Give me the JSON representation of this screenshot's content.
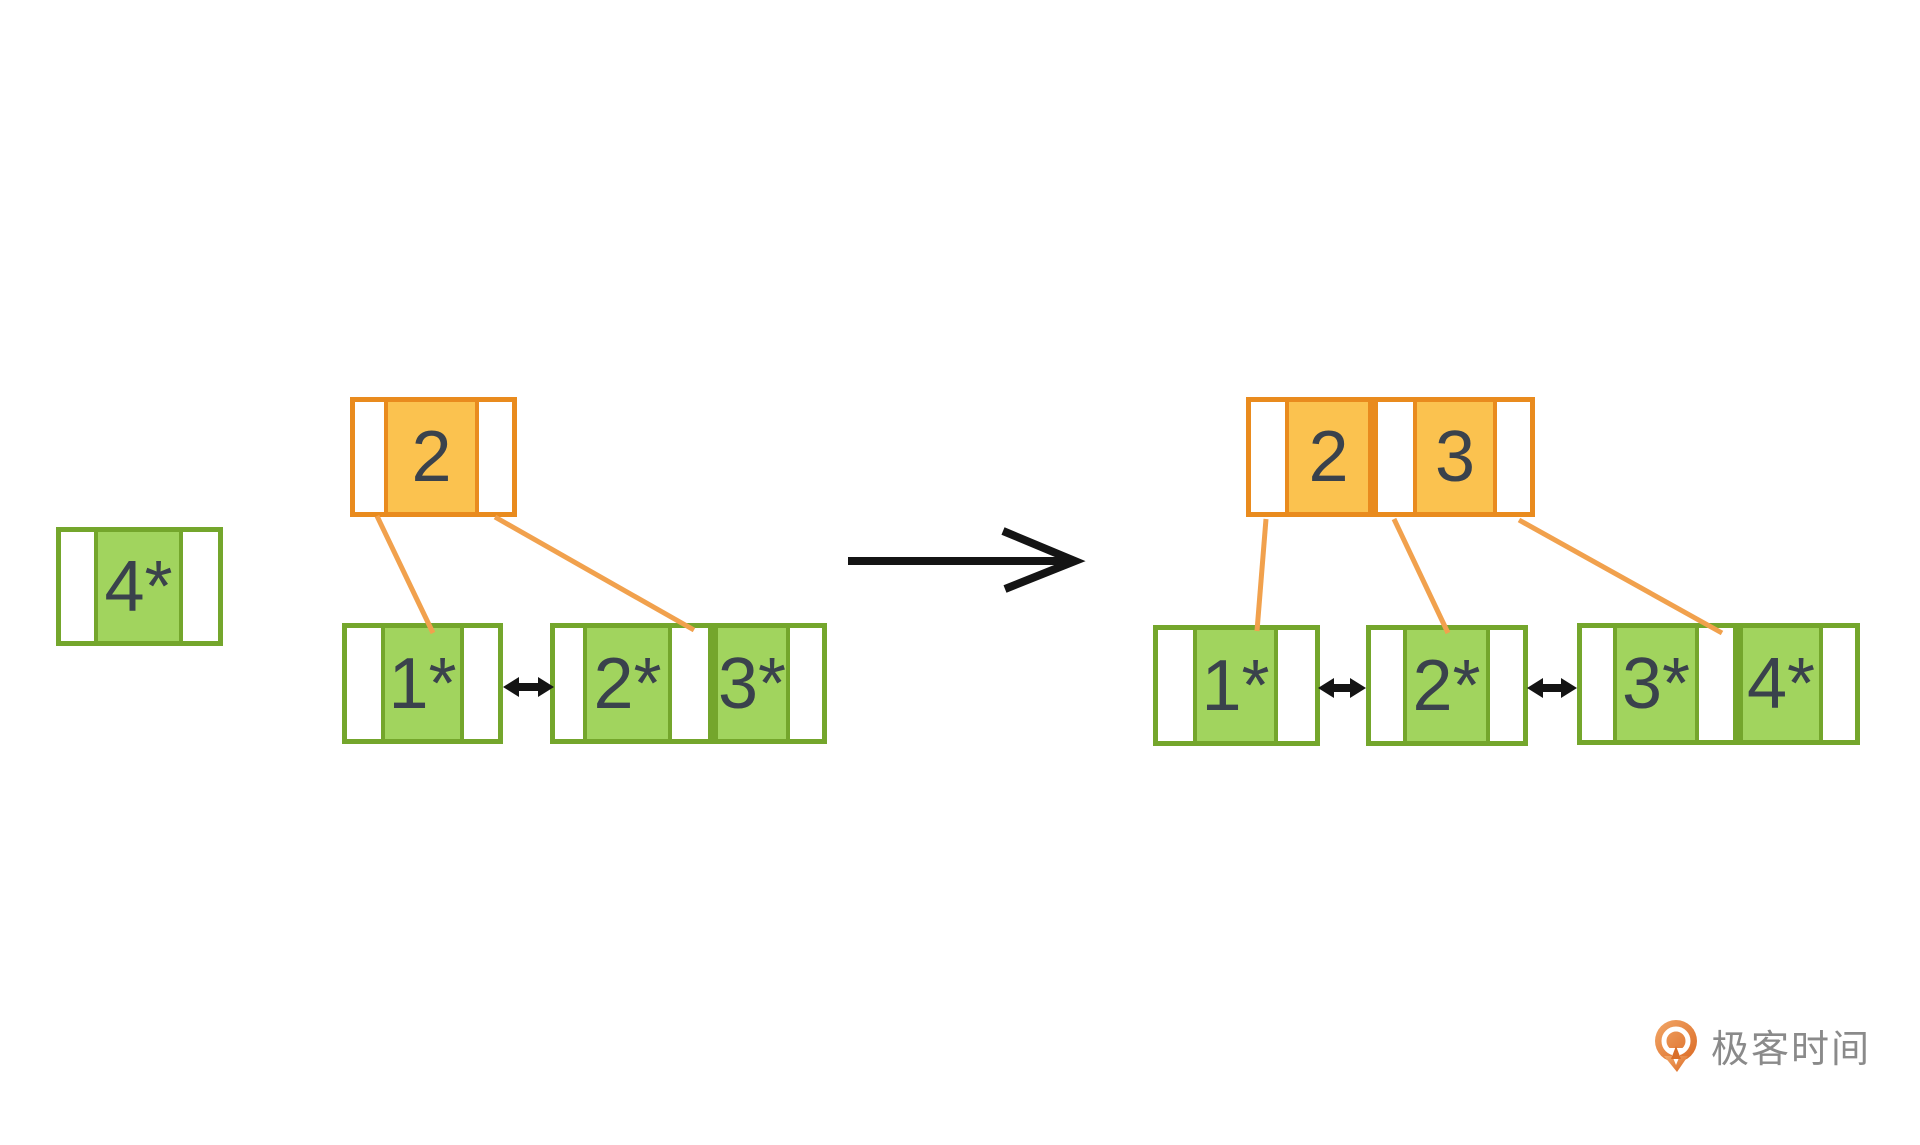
{
  "colors": {
    "background": "#FFFFFF",
    "orange_border": "#E98B1E",
    "orange_fill": "#FBC24F",
    "green_border": "#74A62C",
    "green_fill": "#A1D45E",
    "branch_line": "#F1A14D",
    "arrow_black": "#141414",
    "key_text": "#3A424C",
    "logo_text_color": "#8A8A8A"
  },
  "diagram": {
    "before": {
      "pending_key": "4*",
      "root_keys": [
        "2"
      ],
      "leaf_nodes": [
        {
          "keys": [
            "1*"
          ]
        },
        {
          "keys": [
            "2*",
            "3*"
          ]
        }
      ]
    },
    "after": {
      "root_keys": [
        "2",
        "3"
      ],
      "leaf_nodes": [
        {
          "keys": [
            "1*"
          ]
        },
        {
          "keys": [
            "2*"
          ]
        },
        {
          "keys": [
            "3*",
            "4*"
          ]
        }
      ]
    }
  },
  "branding": {
    "logo_text": "极客时间"
  }
}
